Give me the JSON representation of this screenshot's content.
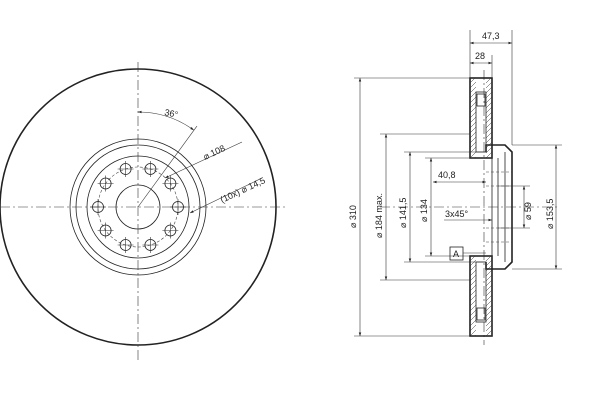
{
  "front_view": {
    "bolt_count": 10,
    "angle_label": "36°",
    "pcd_label": "⌀ 108",
    "hole_label": "(10x) ⌀ 14,5"
  },
  "section_view": {
    "overall_width": "47,3",
    "rotor_width": "28",
    "outer_diameter": "⌀ 310",
    "friction_inner_diameter": "⌀ 184 max.",
    "bore_diameter_1": "⌀ 141,5",
    "bore_diameter_2": "⌀ 134",
    "hat_depth": "40,8",
    "chamfer": "3x45°",
    "center_bore": "⌀ 59",
    "hat_diameter": "⌀ 153,5",
    "datum": "A"
  }
}
